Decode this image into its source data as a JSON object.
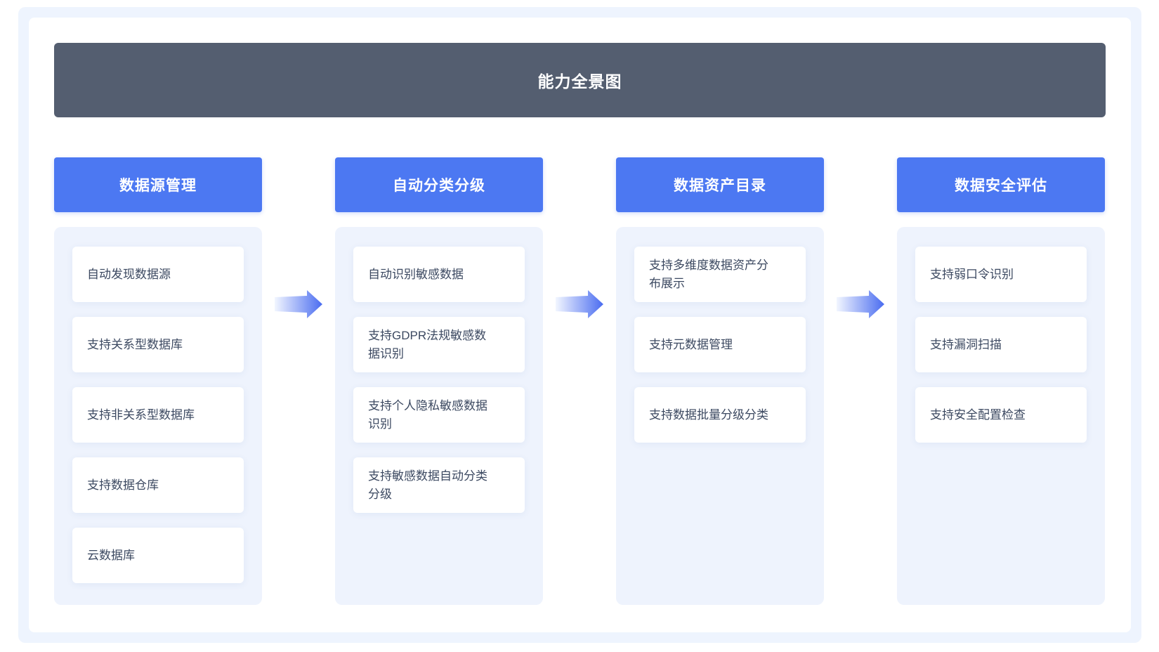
{
  "banner": {
    "title": "能力全景图"
  },
  "columns": [
    {
      "header": "数据源管理",
      "items": [
        "自动发现数据源",
        "支持关系型数据库",
        "支持非关系型数据库",
        "支持数据仓库",
        "云数据库"
      ]
    },
    {
      "header": "自动分类分级",
      "items": [
        "自动识别敏感数据",
        "支持GDPR法规敏感数据识别",
        "支持个人隐私敏感数据识别",
        "支持敏感数据自动分类分级"
      ]
    },
    {
      "header": "数据资产目录",
      "items": [
        "支持多维度数据资产分布展示",
        "支持元数据管理",
        "支持数据批量分级分类"
      ]
    },
    {
      "header": "数据安全评估",
      "items": [
        "支持弱口令识别",
        "支持漏洞扫描",
        "支持安全配置检查"
      ]
    }
  ],
  "icons": {
    "connector": "arrow-right-icon"
  },
  "colors": {
    "banner_bg": "#545e70",
    "header_bg": "#4c78f2",
    "panel_bg": "#eef3fd",
    "frame_bg": "#eef4fe",
    "card_bg": "#ffffff",
    "card_text": "#3c4961",
    "arrow_gradient_start": "#f2f6ff",
    "arrow_gradient_end": "#4a6cf0"
  }
}
